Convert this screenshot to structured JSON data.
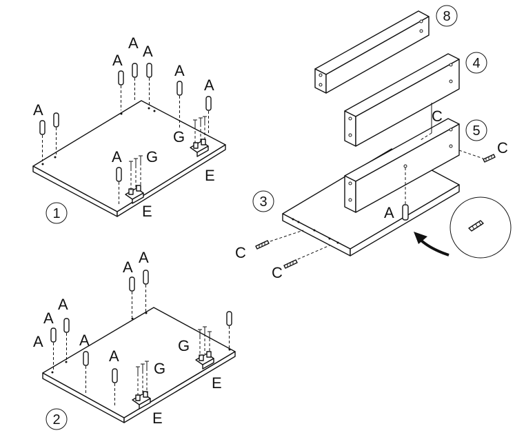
{
  "steps": [
    "1",
    "2",
    "3",
    "4",
    "5",
    "8"
  ],
  "letters": {
    "a": "A",
    "c": "C",
    "e": "E",
    "g": "G"
  },
  "colors": {
    "ink": "#111111",
    "paper": "#ffffff"
  }
}
